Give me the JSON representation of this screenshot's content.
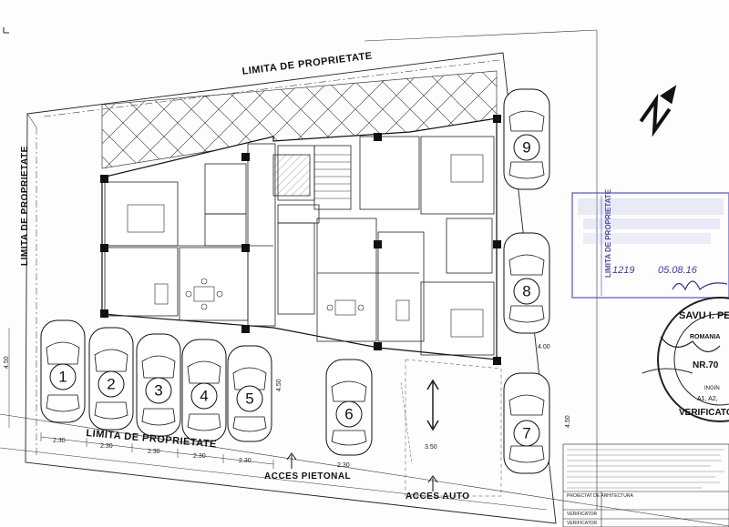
{
  "labels": {
    "property_top": "LIMITA DE PROPRIETATE",
    "property_left": "LIMITA DE PROPRIETATE",
    "property_right": "LIMITA DE PROPRIETATE",
    "property_bottom": "LIMITA DE PROPRIETATE",
    "pedestrian_access": "ACCES PIETONAL",
    "vehicle_access": "ACCES AUTO"
  },
  "parking_spots": [
    "1",
    "2",
    "3",
    "4",
    "5",
    "6",
    "7",
    "8",
    "9"
  ],
  "dimensions": {
    "bottom_widths": [
      "2.30",
      "2.30",
      "2.30",
      "2.30",
      "2.30",
      "2.30"
    ],
    "left_setback": "4.50",
    "access_width": "3.50",
    "right_setback_mid": "4.00",
    "right_setback_bottom": "4.50",
    "center_setback": "4.50"
  },
  "title_block": {
    "project": "PROIECTAT DE ARHITECTURA",
    "verifier1": "VERIFICATOR",
    "verifier2": "VERIFICATOR"
  },
  "stamp": {
    "date_text": "05.08.16",
    "number_text": "1219",
    "round_name": "SAVU I. PE",
    "round_country": "ROMANIA",
    "round_id": "NR.70",
    "round_role": "VERIFICATOR",
    "round_classes": "A1, A2,",
    "round_eng": "INGIN"
  }
}
